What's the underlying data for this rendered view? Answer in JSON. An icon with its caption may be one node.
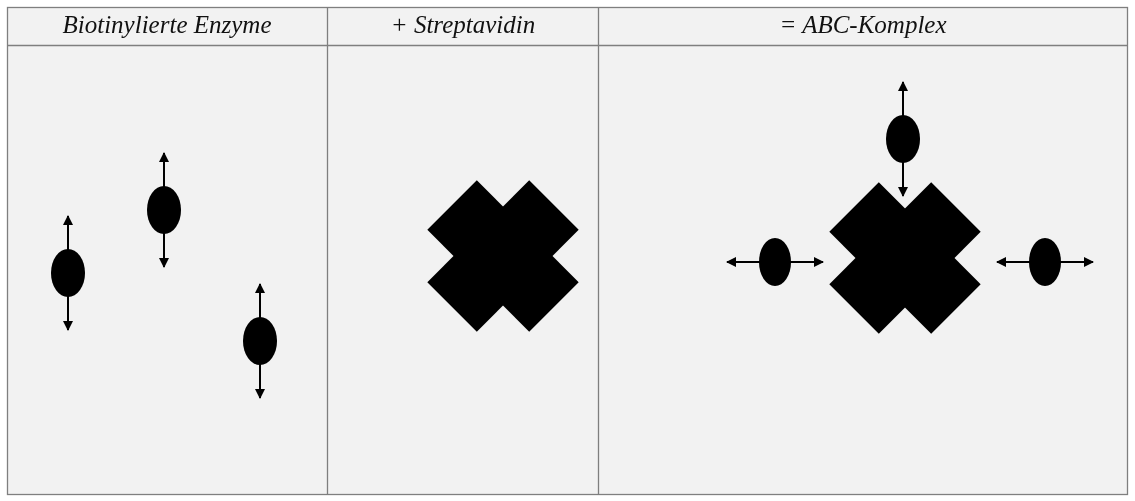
{
  "diagram": {
    "labels": [
      "Biotinylierte Enzyme",
      "+ Streptavidin",
      "= ABC-Komplex"
    ]
  }
}
